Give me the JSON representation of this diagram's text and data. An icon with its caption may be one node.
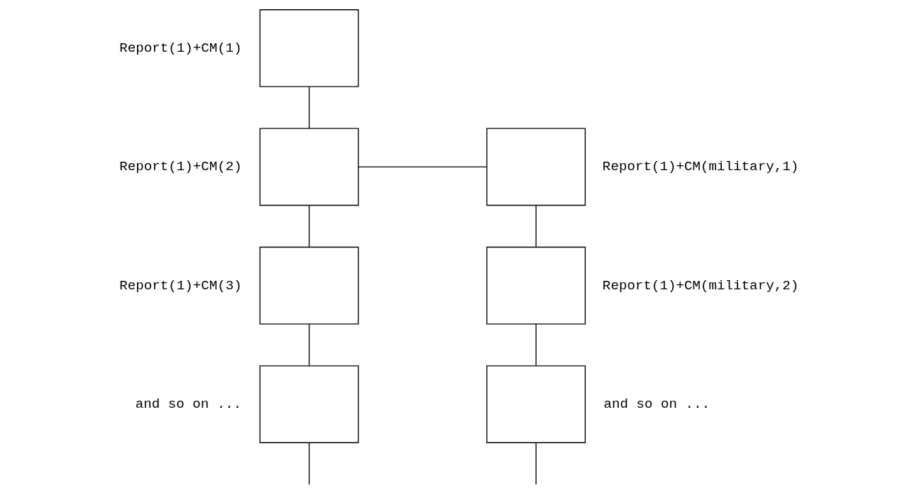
{
  "diagram": {
    "nodes": [
      {
        "text": [],
        "shape": "box",
        "beside": [
          "Report(1)+CM(1)"
        ]
      },
      {
        "text": [],
        "shape": "box",
        "beside": [
          "Report(1)+CM(2)"
        ]
      },
      {
        "text": [],
        "shape": "box",
        "beside": [
          "Report(1)+CM(3)"
        ]
      },
      {
        "text": [],
        "shape": "box",
        "beside": [
          "and so on ..."
        ]
      },
      {
        "text": [],
        "shape": "box",
        "beside": [
          "Report(1)+CM(military,1)"
        ]
      },
      {
        "text": [],
        "shape": "box",
        "beside": [
          "Report(1)+CM(military,2)"
        ]
      },
      {
        "text": [],
        "shape": "box",
        "beside": [
          "and so on ..."
        ]
      }
    ],
    "edges": [
      {
        "from": 0,
        "to": 1,
        "arrow": "none"
      },
      {
        "from": 1,
        "to": 4,
        "arrow": "none"
      },
      {
        "from": 1,
        "to": 2,
        "arrow": "none"
      },
      {
        "from": 4,
        "to": 5,
        "arrow": "none"
      },
      {
        "from": 2,
        "to": 3,
        "arrow": "none"
      },
      {
        "from": 5,
        "to": 6,
        "arrow": "none"
      },
      {
        "from": 3,
        "to": null,
        "arrow": "none"
      },
      {
        "from": 6,
        "to": null,
        "arrow": "none"
      }
    ]
  }
}
